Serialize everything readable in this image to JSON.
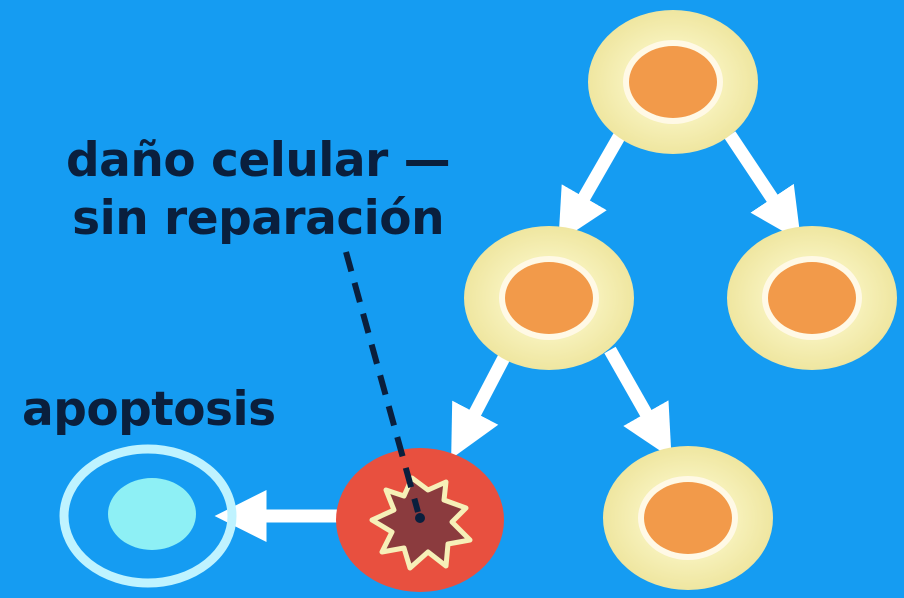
{
  "labels": {
    "damage_line1": "daño celular —",
    "damage_line2": "sin reparación",
    "apoptosis": "apoptosis"
  },
  "colors": {
    "background": "#159cf2",
    "healthy_cell_outer": "#f6f0b8",
    "healthy_cell_nucleus": "#f29a4a",
    "damaged_cell": "#e8503f",
    "damaged_nucleus": "#8b3b3e",
    "apoptotic_cell_outline": "#bff3ff",
    "apoptotic_nucleus": "#8ef0f5",
    "arrows": "#ffffff",
    "text": "#0a1f3d"
  }
}
